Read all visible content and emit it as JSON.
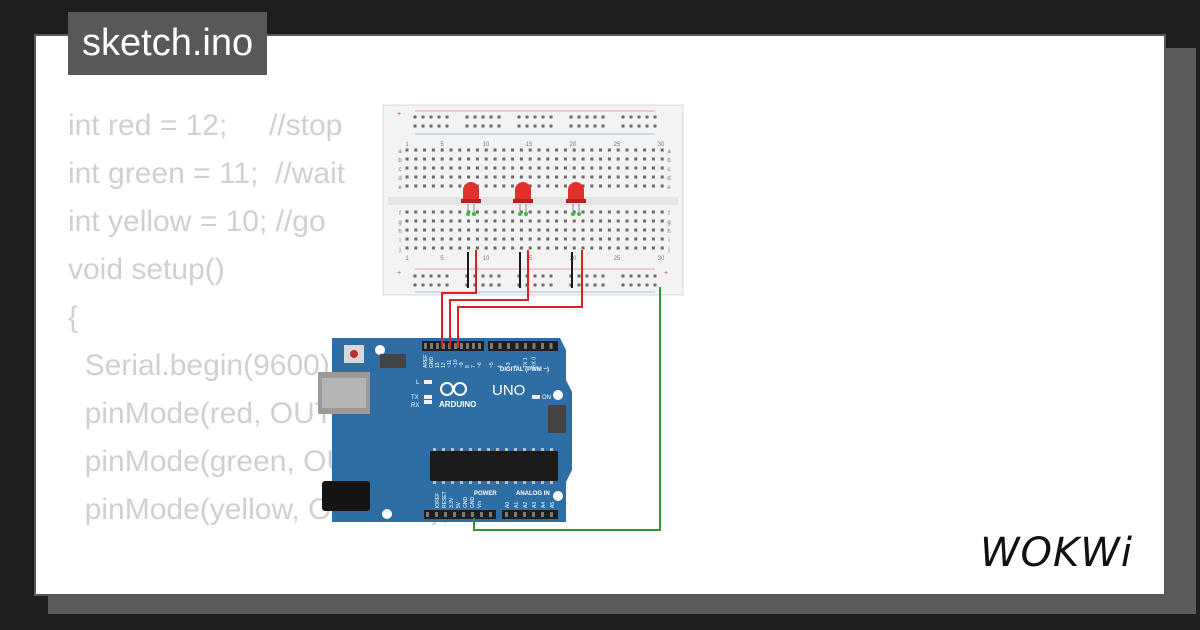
{
  "title_tab": "sketch.ino",
  "code_lines": [
    "int red = 12;     //stop",
    "int green = 11;  //wait",
    "int yellow = 10; //go",
    "",
    "void setup()",
    "{",
    "  Serial.begin(9600);",
    "  pinMode(red, OUTPUT);",
    "  pinMode(green, OUTPUT);",
    "  pinMode(yellow, OUTPUT);"
  ],
  "breadboard": {
    "column_labels": [
      "1",
      "5",
      "10",
      "15",
      "20",
      "25",
      "30"
    ],
    "row_labels_top": [
      "a",
      "b",
      "c",
      "d",
      "e"
    ],
    "row_labels_bottom": [
      "f",
      "g",
      "h",
      "i",
      "j"
    ]
  },
  "arduino": {
    "brand": "ARDUINO",
    "model": "UNO",
    "digital_label": "DIGITAL (PWM ~)",
    "power_label": "POWER",
    "analog_label": "ANALOG IN",
    "on_label": "ON",
    "l_label": "L",
    "tx_label": "TX",
    "rx_label": "RX",
    "digital_pins": [
      "AREF",
      "GND",
      "13",
      "12",
      "~11",
      "~10",
      "~9",
      "8",
      "7",
      "~6",
      "~5",
      "4",
      "~3",
      "2",
      "TX 1",
      "RX 0"
    ],
    "power_pins": [
      "IOREF",
      "RESET",
      "3.3V",
      "5V",
      "GND",
      "GND",
      "Vin"
    ],
    "analog_pins": [
      "A0",
      "A1",
      "A2",
      "A3",
      "A4",
      "A5"
    ]
  },
  "leds": [
    {
      "color": "#e0312b"
    },
    {
      "color": "#e0312b"
    },
    {
      "color": "#e0312b"
    }
  ],
  "colors": {
    "board_blue": "#2f6ea5",
    "wire_red": "#e02020",
    "wire_green": "#2e9a2e",
    "wire_black": "#1a1a1a"
  },
  "logo_text": "WOKWi"
}
